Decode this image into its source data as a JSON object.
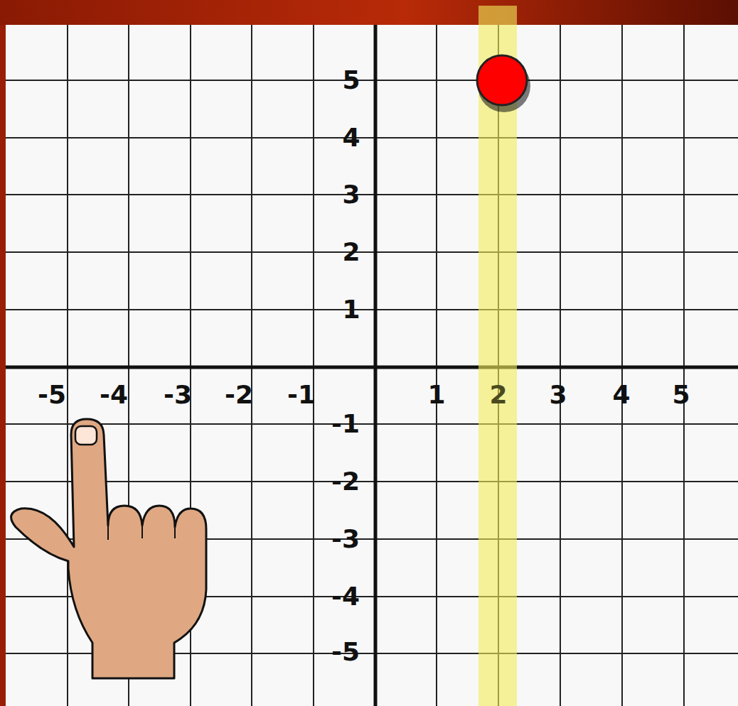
{
  "diagram": {
    "labels": [
      "5",
      "4",
      "3",
      "2",
      "1",
      "-5",
      "-4",
      "-3",
      "-2",
      "-1",
      "1",
      "2",
      "3",
      "4",
      "5",
      "-1",
      "-2",
      "-3",
      "-4",
      "-5"
    ]
  }
}
